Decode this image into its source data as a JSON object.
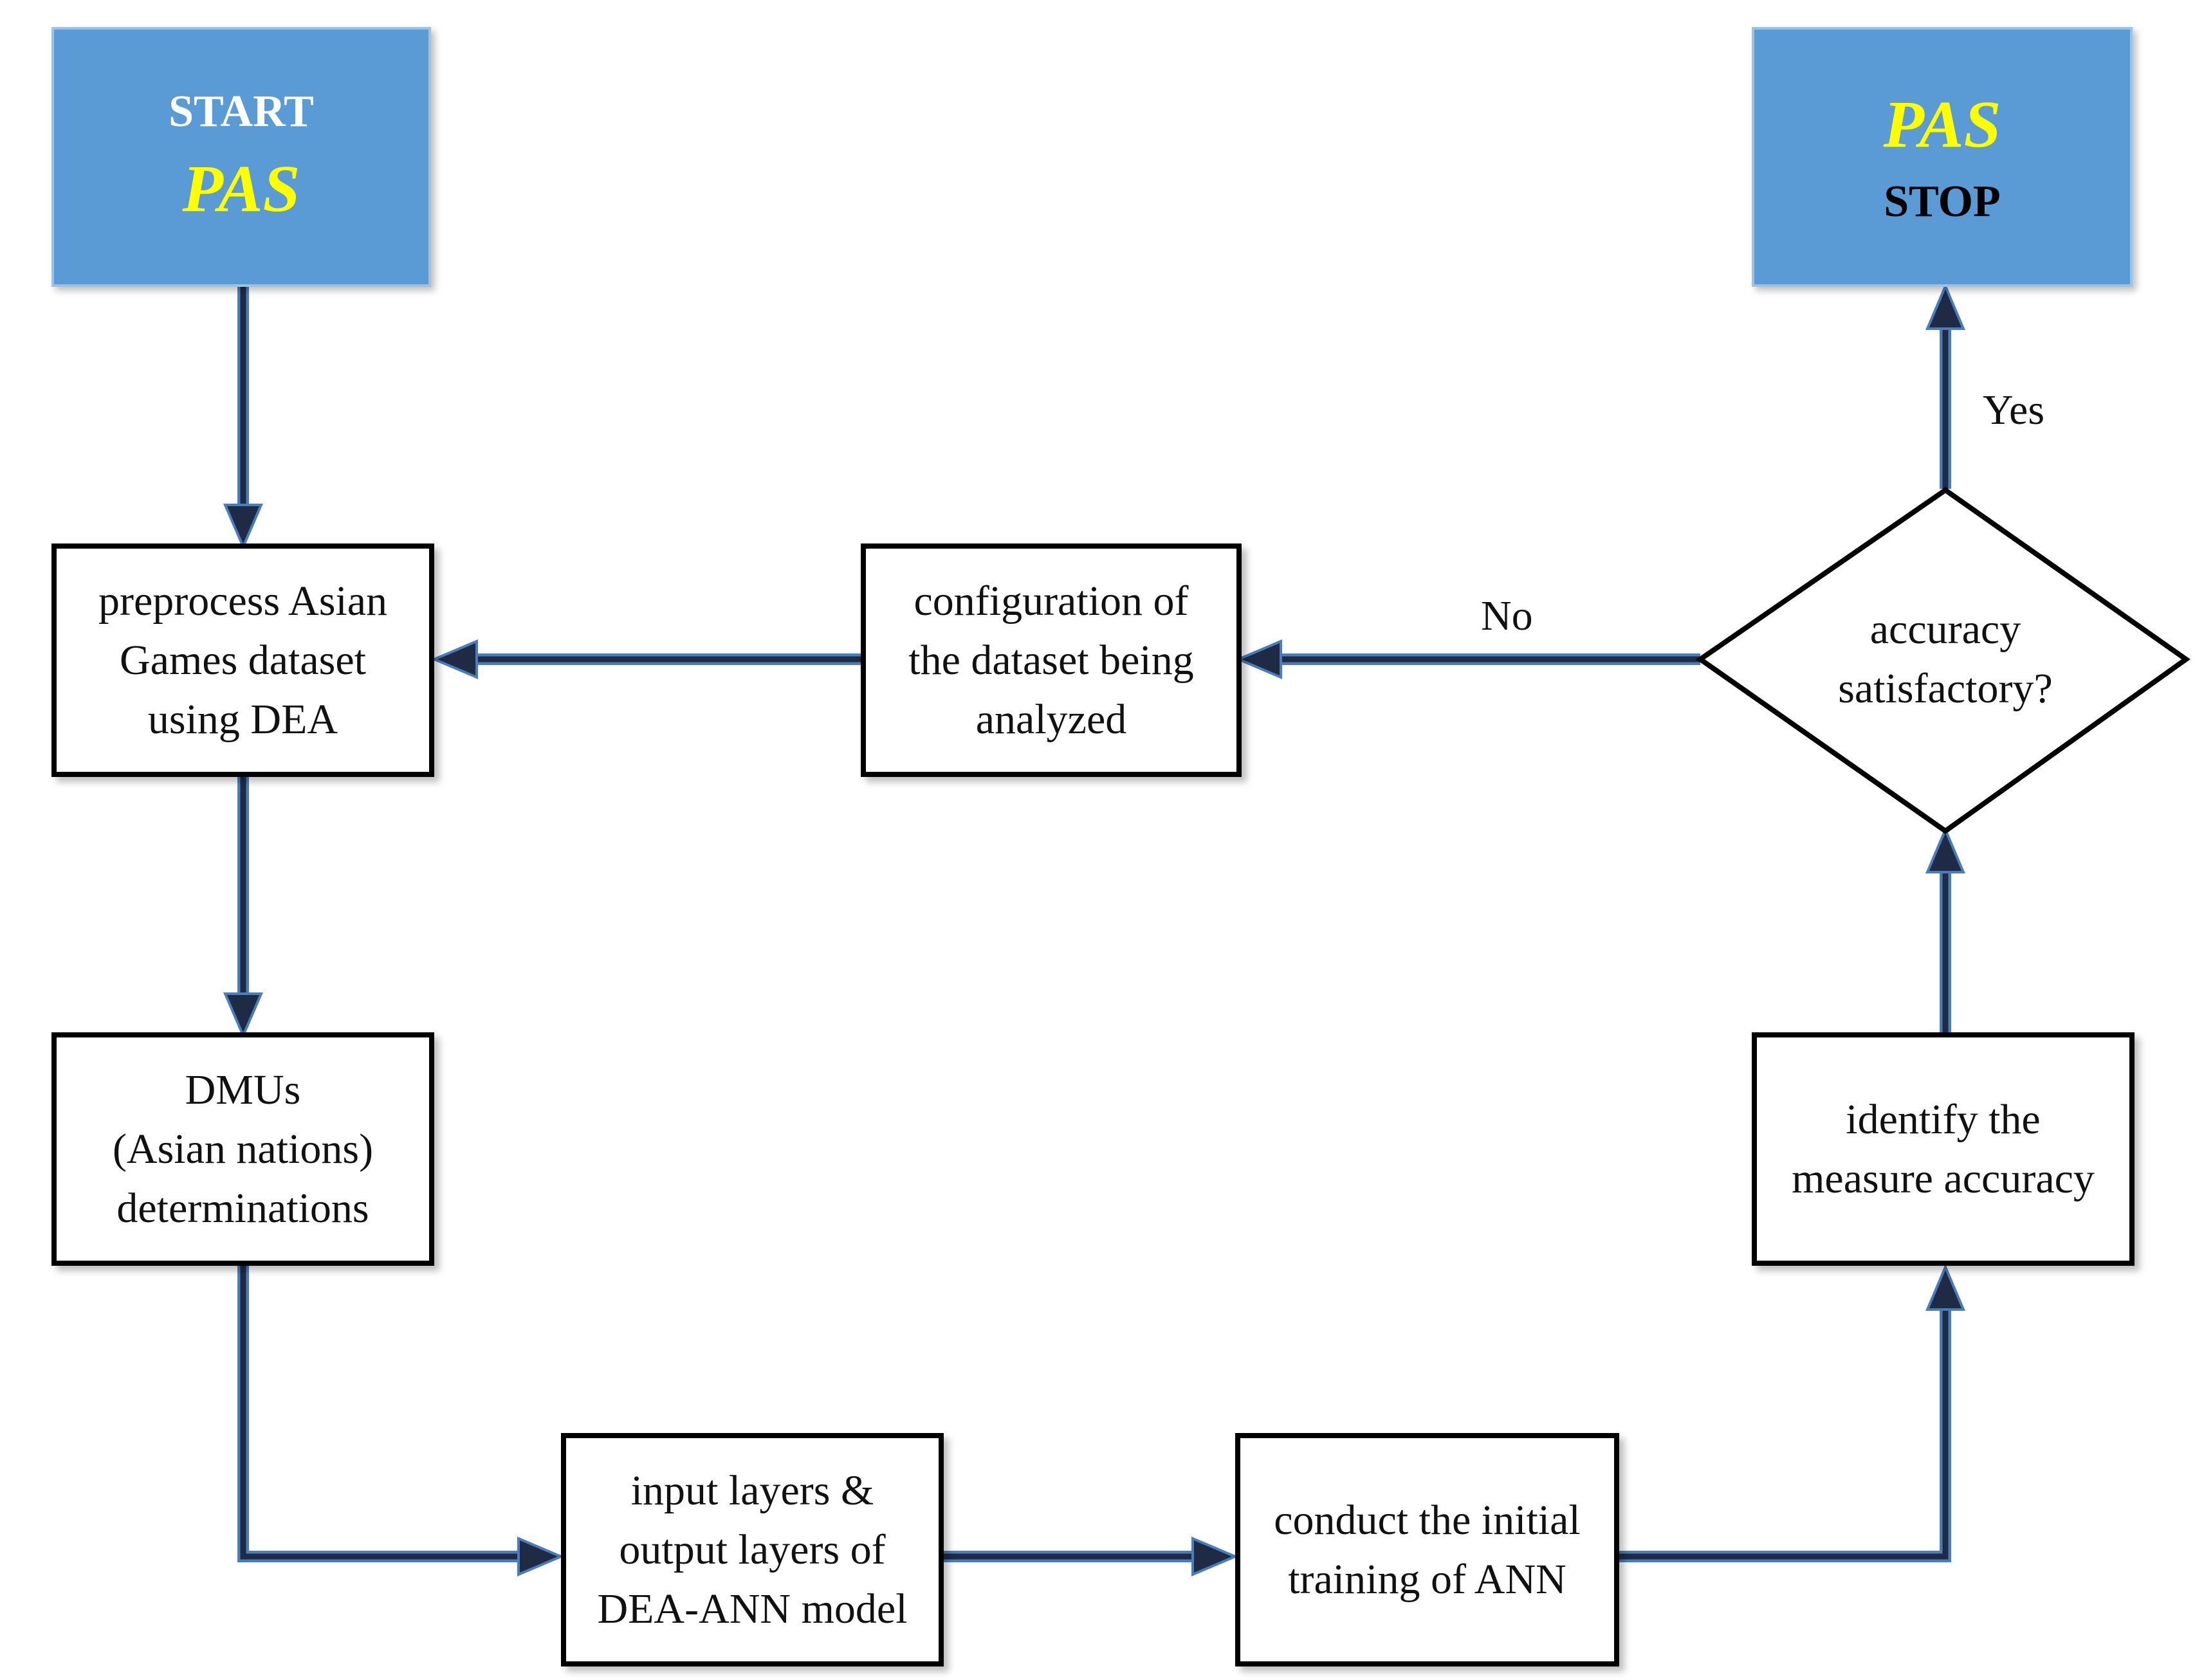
{
  "start": {
    "label": "START",
    "pas": "PAS"
  },
  "stop": {
    "pas": "PAS",
    "label": "STOP"
  },
  "nodes": {
    "preprocess": [
      "preprocess Asian",
      "Games dataset",
      "using DEA"
    ],
    "dmus": [
      "DMUs",
      "(Asian nations)",
      "determinations"
    ],
    "input_layers": [
      "input layers &",
      "output layers of",
      "DEA-ANN model"
    ],
    "initial_training": [
      "conduct the initial",
      "training of ANN"
    ],
    "measure_accuracy": [
      "identify the",
      "measure accuracy"
    ],
    "decision": [
      "accuracy",
      "satisfactory?"
    ],
    "configuration": [
      "configuration of",
      "the dataset being",
      "analyzed"
    ]
  },
  "edge_labels": {
    "yes": "Yes",
    "no": "No"
  },
  "colors": {
    "terminal_fill": "#5b9bd5",
    "terminal_border": "#9cc3e6",
    "pas_text": "#ffff00",
    "arrow_line": "#1f2a44",
    "arrow_outline": "#4a7ebb"
  }
}
